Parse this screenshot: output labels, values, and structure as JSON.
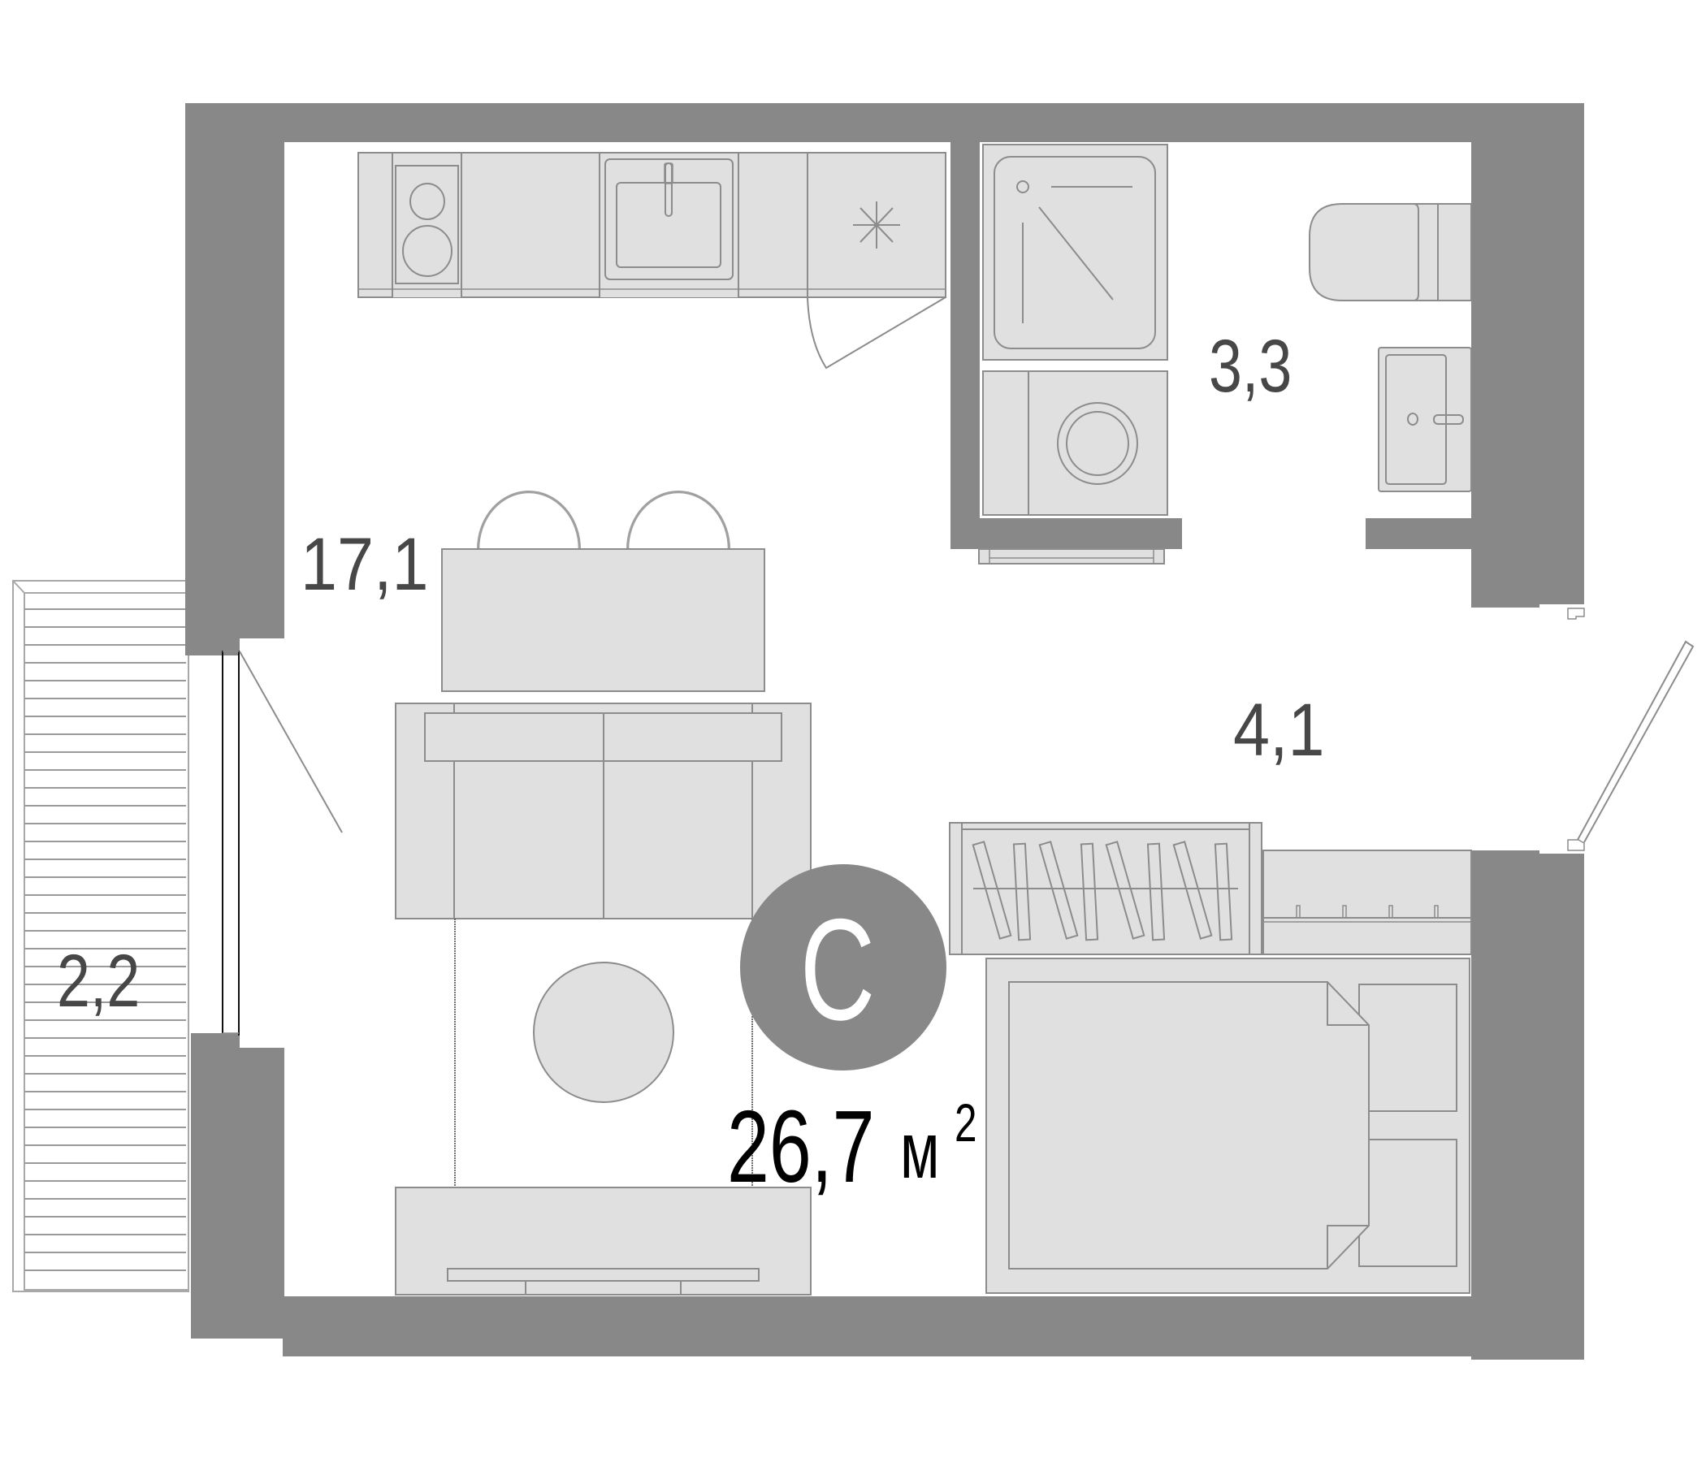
{
  "plan": {
    "type": "studio-apartment-floor-plan",
    "badge": {
      "letter": "С",
      "color": "#888888"
    },
    "total_area": {
      "value": "26,7",
      "unit": "м",
      "unit_power": "2"
    },
    "rooms": [
      {
        "id": "living-kitchen",
        "area": "17,1"
      },
      {
        "id": "bathroom",
        "area": "3,3"
      },
      {
        "id": "hallway",
        "area": "4,1"
      },
      {
        "id": "balcony",
        "area": "2,2"
      }
    ],
    "colors": {
      "wall": "#888888",
      "furniture_fill": "#e0e0e0",
      "furniture_stroke": "#8c8c8c",
      "label": "#474747",
      "total_label": "#000000"
    }
  }
}
